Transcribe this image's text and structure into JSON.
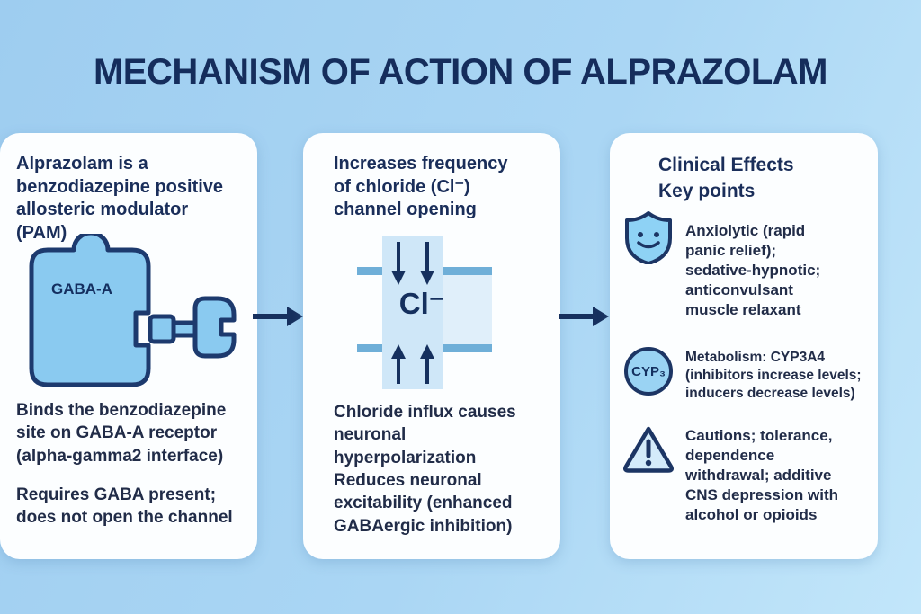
{
  "title": "MECHANISM OF ACTION OF ALPRAZOLAM",
  "colors": {
    "background": "#a6d3f1",
    "card": "#fcfeff",
    "navy": "#16305e",
    "icon_blue": "#8acaf0",
    "membrane_blue": "#6fafd8"
  },
  "panels": {
    "left": {
      "heading": "Alprazolam is a benzodiazepine positive allosteric modulator (PAM)",
      "receptor_label": "GABA-A",
      "body1": "Binds the benzodiazepine site on GABA-A receptor (alpha-gamma2 interface)",
      "body2": "Requires GABA present; does not open the channel"
    },
    "middle": {
      "heading": "Increases frequency of chloride (Cl⁻) channel opening",
      "ion_label": "Cl⁻",
      "body1": "Chloride influx causes neuronal hyperpolarization",
      "body2": "Reduces neuronal excitability (enhanced GABAergic inhibition)"
    },
    "right": {
      "heading_line1": "Clinical Effects",
      "heading_line2": "Key points",
      "items": [
        {
          "icon": "shield-smile-icon",
          "text": "Anxiolytic (rapid panic relief); sedative-hypnotic; anticonvulsant muscle relaxant"
        },
        {
          "icon": "cyp3-badge-icon",
          "icon_label": "CYP₃",
          "text": "Metabolism: CYP3A4 (inhibitors increase levels; inducers decrease levels)"
        },
        {
          "icon": "warning-triangle-icon",
          "text": "Cautions; tolerance, dependence withdrawal; additive CNS depression with alcohol or opioids"
        }
      ]
    }
  }
}
